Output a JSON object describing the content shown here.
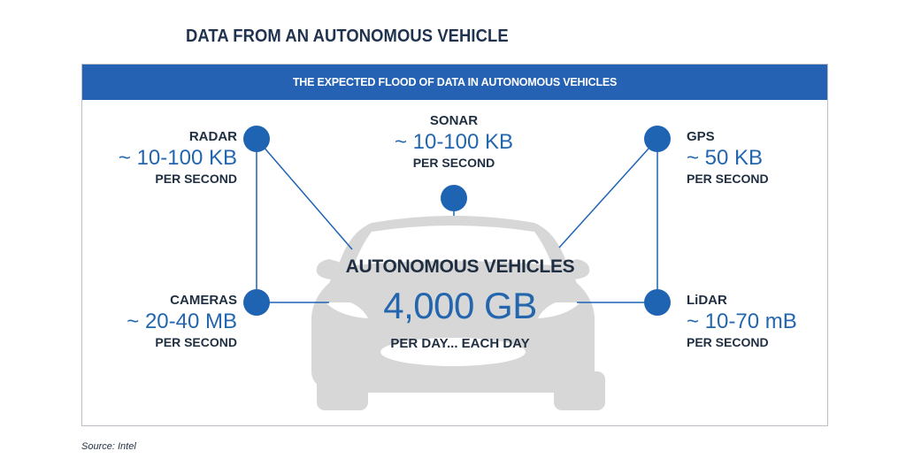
{
  "title": "DATA FROM AN AUTONOMOUS VEHICLE",
  "banner": "THE EXPECTED FLOOD OF DATA IN AUTONOMOUS VEHICLES",
  "sensors": {
    "radar": {
      "name": "RADAR",
      "value": "~ 10-100 KB",
      "unit": "PER SECOND"
    },
    "sonar": {
      "name": "SONAR",
      "value": "~ 10-100 KB",
      "unit": "PER SECOND"
    },
    "gps": {
      "name": "GPS",
      "value": "~ 50 KB",
      "unit": "PER SECOND"
    },
    "cameras": {
      "name": "CAMERAS",
      "value": "~ 20-40 MB",
      "unit": "PER SECOND"
    },
    "lidar": {
      "name": "LiDAR",
      "value": "~ 10-70 mB",
      "unit": "PER SECOND"
    }
  },
  "center": {
    "title": "AUTONOMOUS VEHICLES",
    "value": "4,000 GB",
    "subtitle": "PER DAY... EACH DAY"
  },
  "source": "Source: Intel",
  "colors": {
    "node": "#1f64b3",
    "banner": "#2562b4",
    "car": "#d7d7d7",
    "value_text": "#2466ae",
    "dark_text": "#1f2e40"
  }
}
